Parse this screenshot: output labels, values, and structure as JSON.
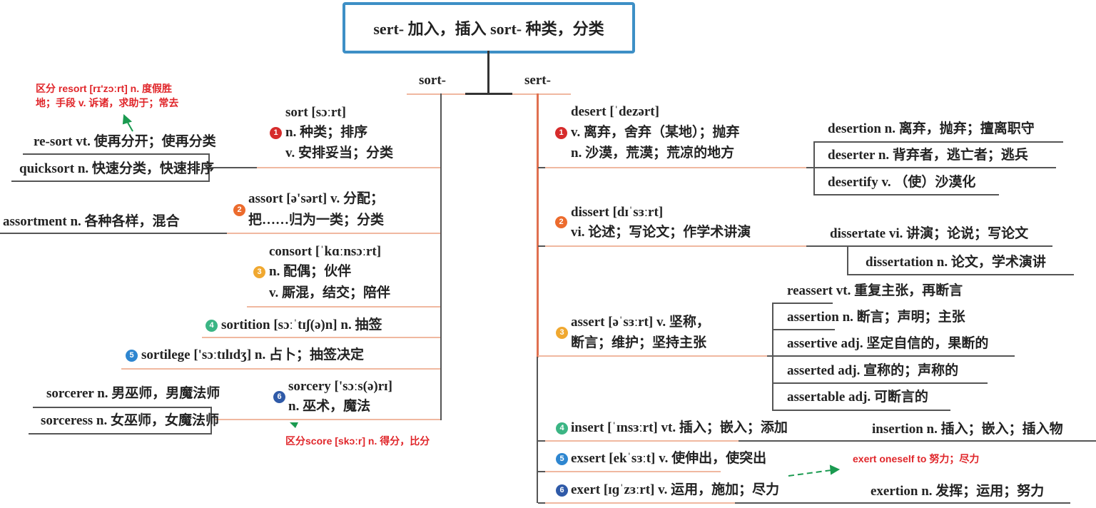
{
  "root": "sert- 加入，插入  sort- 种类，分类",
  "branches": {
    "sort": "sort-",
    "sert": "sert-"
  },
  "colors": {
    "root_border": "#3d8fc6",
    "note": "#e0262a",
    "arrow": "#1a9a50",
    "b1": "#d62b2b",
    "b2": "#ec6b2d",
    "b3": "#f0a830",
    "b4": "#3bb584",
    "b5": "#2e86d0",
    "b6": "#2f5aa8"
  },
  "sort_items": [
    {
      "num": "1",
      "lines": [
        "sort [sɔːrt]",
        "n. 种类；排序",
        "v. 安排妥当；分类"
      ]
    },
    {
      "num": "2",
      "lines": [
        "assort [ə'sərt] v. 分配；",
        "把……归为一类；分类"
      ]
    },
    {
      "num": "3",
      "lines": [
        "consort [ˈkɑːnsɔːrt]",
        "n. 配偶；伙伴",
        "v. 厮混，结交；陪伴"
      ]
    },
    {
      "num": "4",
      "lines": [
        "sortition [sɔːˈtɪʃ(ə)n] n. 抽签"
      ]
    },
    {
      "num": "5",
      "lines": [
        "sortilege ['sɔːtɪlɪdʒ] n. 占卜；抽签决定"
      ]
    },
    {
      "num": "6",
      "lines": [
        "sorcery ['sɔːs(ə)rɪ]",
        "n. 巫术，魔法"
      ]
    }
  ],
  "sort_children": {
    "resort": "re-sort vt. 使再分开；使再分类",
    "quicksort": "quicksort n. 快速分类，快速排序",
    "assortment": "assortment n. 各种各样，混合",
    "sorcerer": "sorcerer n. 男巫师，男魔法师",
    "sorceress": "sorceress n. 女巫师，女魔法师"
  },
  "notes": {
    "resort": [
      "区分 resort [rɪ'zɔːrt] n. 度假胜",
      "地；手段 v. 诉诸，求助于；常去"
    ],
    "score": "区分score [skɔːr] n. 得分，比分",
    "exert": "exert oneself to 努力；尽力"
  },
  "sert_items": [
    {
      "num": "1",
      "lines": [
        "desert [ˈdezərt]",
        "v. 离弃，舍弃（某地）；抛弃",
        "n. 沙漠，荒漠；荒凉的地方"
      ]
    },
    {
      "num": "2",
      "lines": [
        "dissert [dɪˈsɜːrt]",
        "vi. 论述；写论文；作学术讲演"
      ]
    },
    {
      "num": "3",
      "lines": [
        "assert [əˈsɜːrt] v. 坚称，",
        "断言；维护；坚持主张"
      ]
    },
    {
      "num": "4",
      "lines": [
        "insert [ˈɪnsɜːrt] vt. 插入；嵌入；添加"
      ]
    },
    {
      "num": "5",
      "lines": [
        "exsert [ekˈsɜːt] v. 使伸出，使突出"
      ]
    },
    {
      "num": "6",
      "lines": [
        "exert [ɪɡˈzɜːrt] v. 运用，施加；尽力"
      ]
    }
  ],
  "sert_children": {
    "desert": [
      "desertion n. 离弃，抛弃；擅离职守",
      "deserter n. 背弃者，逃亡者；逃兵",
      "desertify v. （使）沙漠化"
    ],
    "dissert": [
      "dissertate vi. 讲演；论说；写论文",
      "dissertation n. 论文，学术演讲"
    ],
    "assert": [
      "reassert vt. 重复主张，再断言",
      "assertion n. 断言；声明；主张",
      "assertive adj. 坚定自信的，果断的",
      "asserted adj. 宣称的；声称的",
      "assertable adj. 可断言的"
    ],
    "insert": "insertion n. 插入；嵌入；插入物",
    "exert": "exertion n. 发挥；运用；努力"
  }
}
